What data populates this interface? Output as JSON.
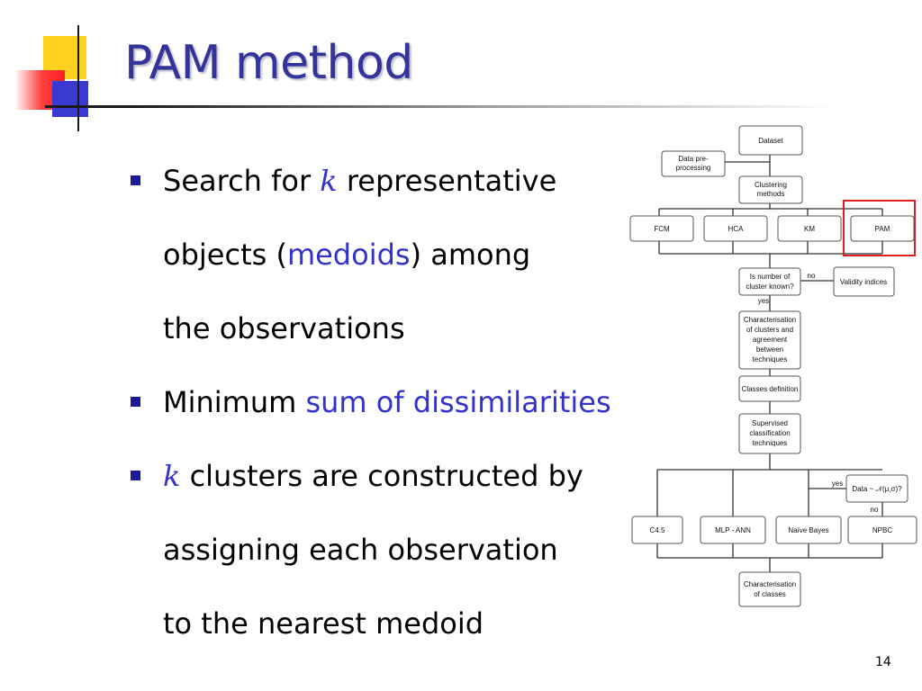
{
  "slide": {
    "title": "PAM method",
    "page_number": "14",
    "accent_color": "#3333cc",
    "title_color": "#33339a"
  },
  "bullets": [
    {
      "lines": [
        {
          "a": "Search for ",
          "k": "k",
          "b": " representative"
        },
        {
          "a": "objects (",
          "hl": "medoids",
          "b": ") among"
        },
        {
          "a": "the observations"
        }
      ]
    },
    {
      "lines": [
        {
          "a": "Minimum ",
          "hl": "sum of dissimilarities"
        }
      ]
    },
    {
      "lines": [
        {
          "k": "k",
          "a": " clusters are constructed by"
        },
        {
          "a": "assigning each observation"
        },
        {
          "a": "to the nearest medoid"
        }
      ]
    }
  ],
  "flowchart": {
    "dataset": "Dataset",
    "preprocessing": [
      "Data pre-",
      "processing"
    ],
    "clustering_methods": [
      "Clustering",
      "methods"
    ],
    "methods": [
      "FCM",
      "HCA",
      "KM",
      "PAM"
    ],
    "highlight_color": "#e02020",
    "question": [
      "Is number of",
      "cluster known?"
    ],
    "no_label": "no",
    "yes_label": "yes",
    "validity": "Validity indices",
    "characterisation": [
      "Characterisation",
      "of clusters and",
      "agreement",
      "between",
      "techniques"
    ],
    "classes_definition": "Classes definition",
    "supervised": [
      "Supervised",
      "classification",
      "techniques"
    ],
    "data_test": "Data ~ 𝒩(μ,σ)?",
    "classifiers": [
      "C4.5",
      "MLP - ANN",
      "Naïve Bayes",
      "NPBC"
    ],
    "final": [
      "Characterisation",
      "of classes"
    ]
  }
}
